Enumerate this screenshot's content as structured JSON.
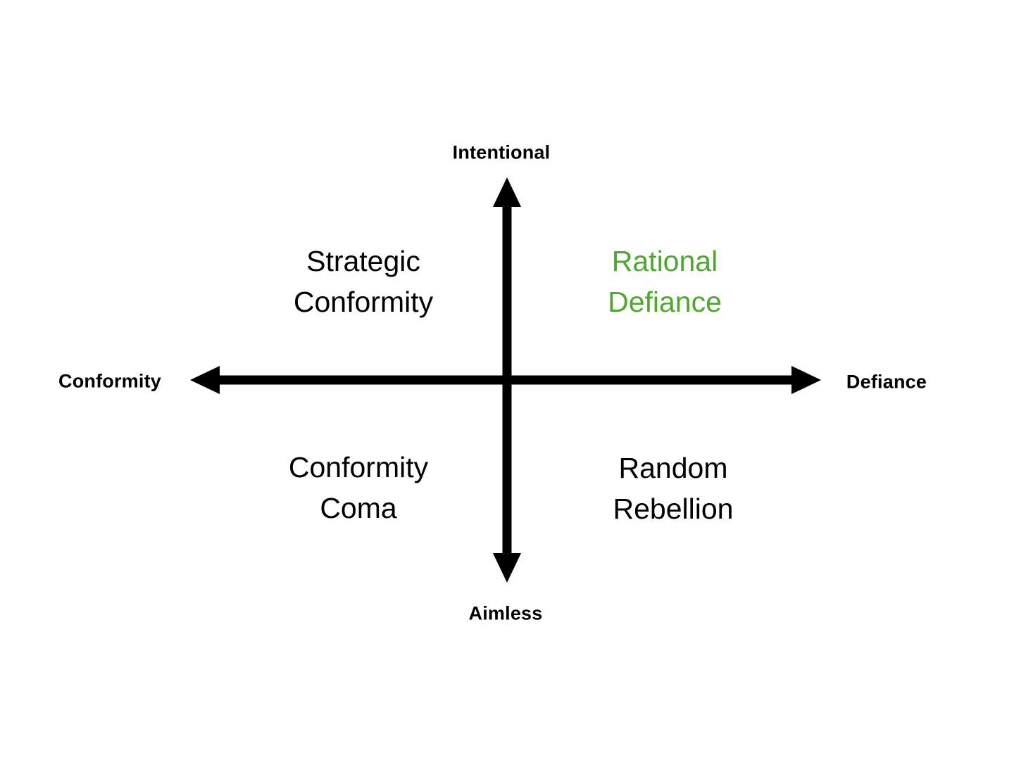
{
  "diagram": {
    "type": "2x2-quadrant-matrix",
    "background_color": "#ffffff",
    "axes": {
      "color": "#000000",
      "vertical": {
        "top_label": "Intentional",
        "bottom_label": "Aimless"
      },
      "horizontal": {
        "left_label": "Conformity",
        "right_label": "Defiance"
      }
    },
    "quadrants": {
      "top_left": {
        "line1": "Strategic",
        "line2": "Conformity",
        "color": "#000000"
      },
      "top_right": {
        "line1": "Rational",
        "line2": "Defiance",
        "color": "#4EA72E"
      },
      "bottom_left": {
        "line1": "Conformity",
        "line2": "Coma",
        "color": "#000000"
      },
      "bottom_right": {
        "line1": "Random",
        "line2": "Rebellion",
        "color": "#000000"
      }
    }
  }
}
